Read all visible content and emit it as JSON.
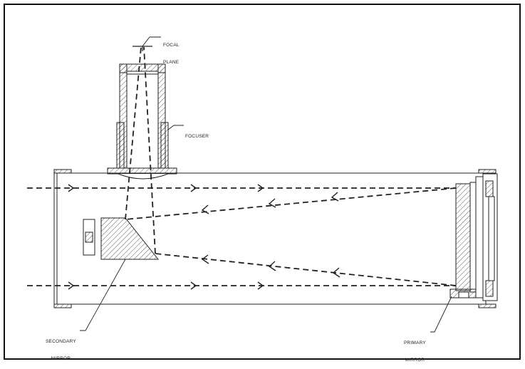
{
  "diagram": {
    "labels": {
      "focal_plane": [
        "FOCAL",
        "PLANE"
      ],
      "focuser": "FOCUSER",
      "secondary_mirror": [
        "SECONDARY",
        "MIRROR"
      ],
      "primary_mirror": [
        "PRIMARY",
        "MIRROR"
      ]
    },
    "colors": {
      "line": "#222222",
      "frame": "#111111",
      "background": "#ffffff"
    }
  }
}
